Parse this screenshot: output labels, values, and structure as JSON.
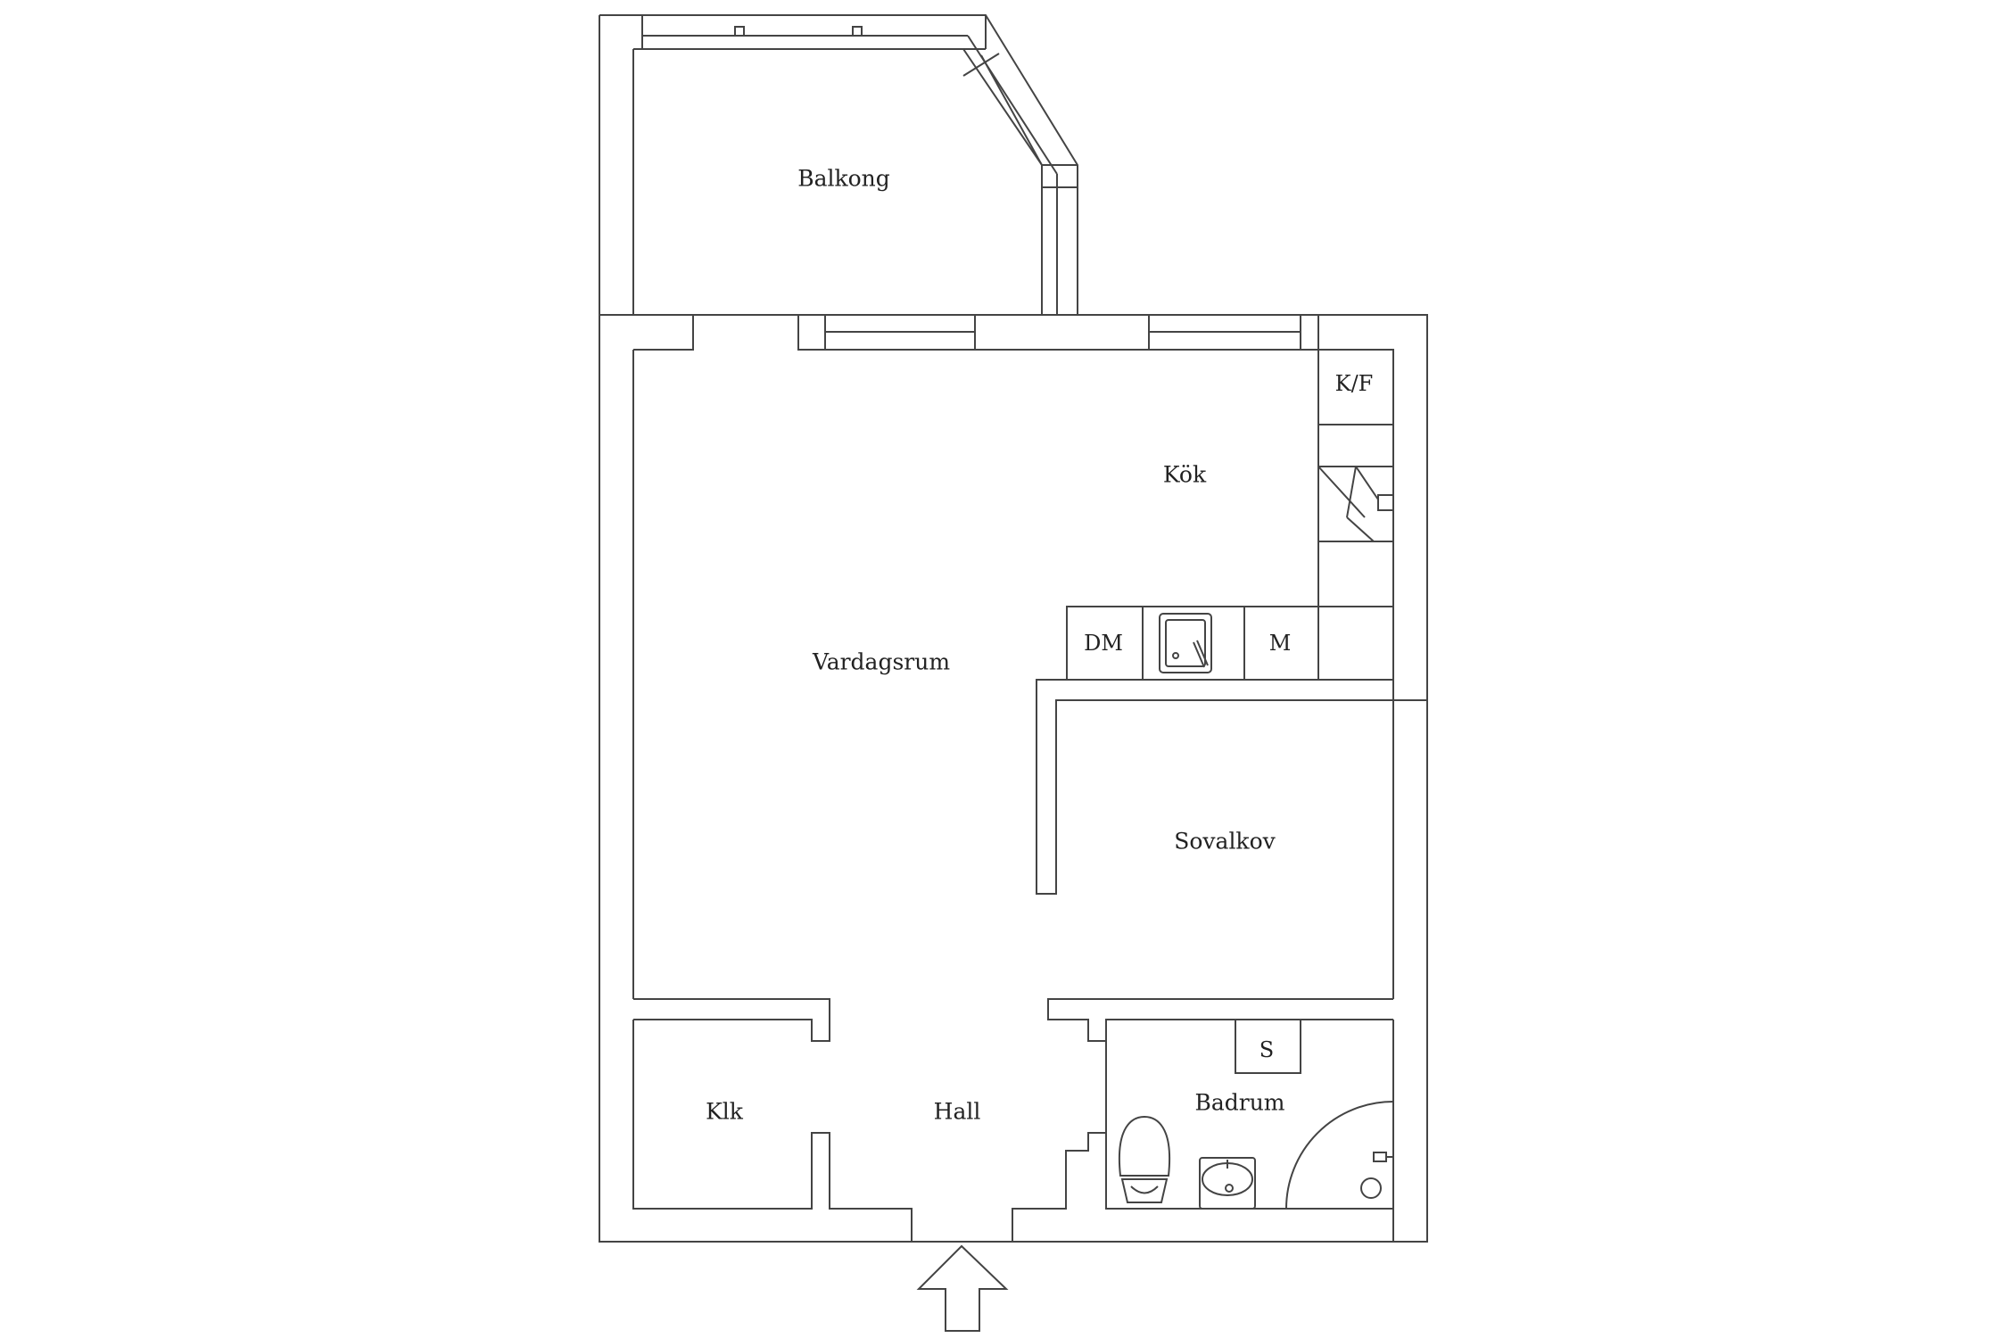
{
  "rooms": {
    "balkong": "Balkong",
    "kok": "Kök",
    "vardagsrum": "Vardagsrum",
    "sovalkov": "Sovalkov",
    "hall": "Hall",
    "klk": "Klk",
    "badrum": "Badrum"
  },
  "fixtures": {
    "kf": "K/F",
    "dm": "DM",
    "m": "M",
    "s": "S"
  },
  "colors": {
    "wall": "#444444",
    "background": "#ffffff"
  },
  "icons": {
    "entrance": "arrow-up-icon",
    "stove": "stove-icon",
    "sink": "sink-icon",
    "toilet": "toilet-icon",
    "washbasin": "washbasin-icon",
    "shower": "shower-icon"
  }
}
